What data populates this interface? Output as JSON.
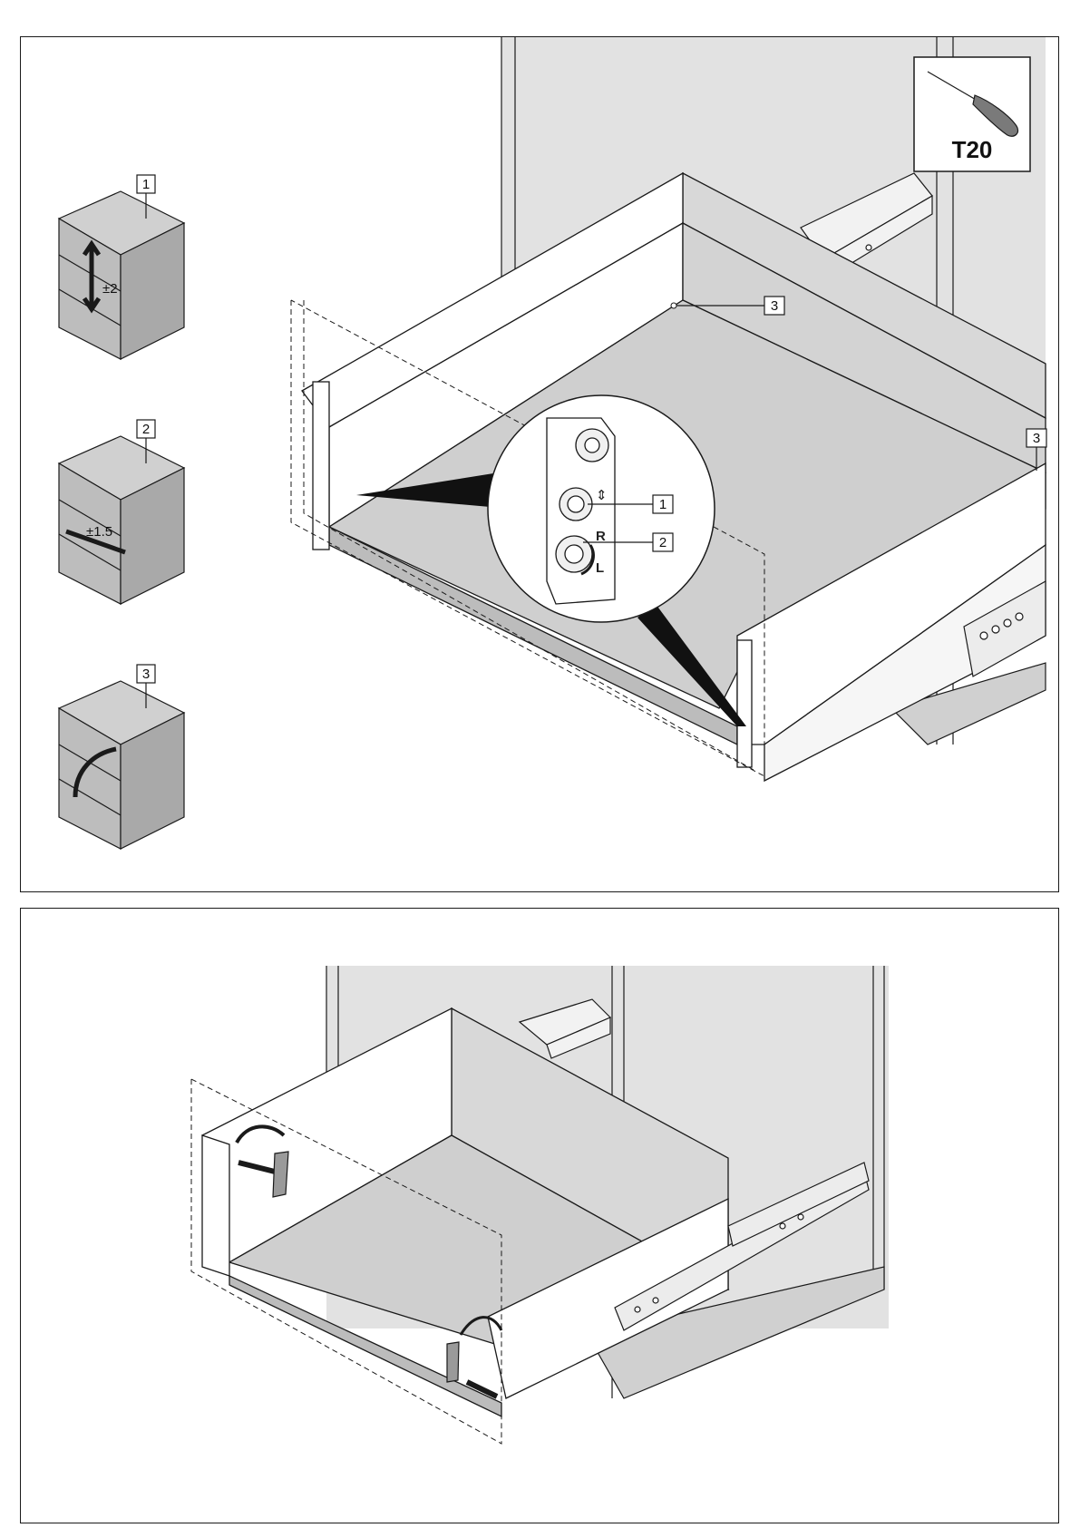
{
  "tool": {
    "label": "T20",
    "icon": "screwdriver-icon"
  },
  "cabinets": [
    {
      "number": "1",
      "adjustment": "±2",
      "icon": "vertical-arrow-icon"
    },
    {
      "number": "2",
      "adjustment": "±1.5",
      "icon": "horizontal-arrow-icon"
    },
    {
      "number": "3",
      "adjustment": "",
      "icon": "rotate-arrow-icon"
    }
  ],
  "callouts": [
    {
      "number": "3"
    },
    {
      "number": "3"
    },
    {
      "number": "1"
    },
    {
      "number": "2"
    }
  ],
  "detail": {
    "right_mark": "R",
    "left_mark": "L",
    "up_down_icon": "up-down-arrow-icon"
  },
  "colors": {
    "line": "#1a1a1a",
    "panel_fill": "#d9d9d9",
    "wall_fill": "#e6e6e6",
    "dark_fill": "#bfbfbf"
  }
}
